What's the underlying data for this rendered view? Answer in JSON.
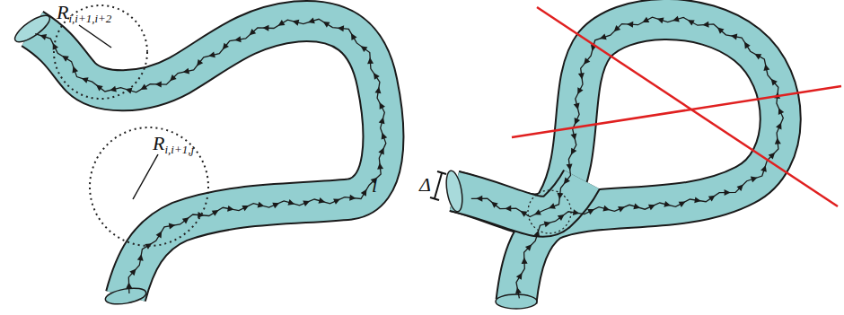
{
  "diagram": {
    "labels": [
      "R",
      "i,i+1,i+2",
      "R",
      "i,i+1,j",
      "l",
      "Δ"
    ]
  }
}
